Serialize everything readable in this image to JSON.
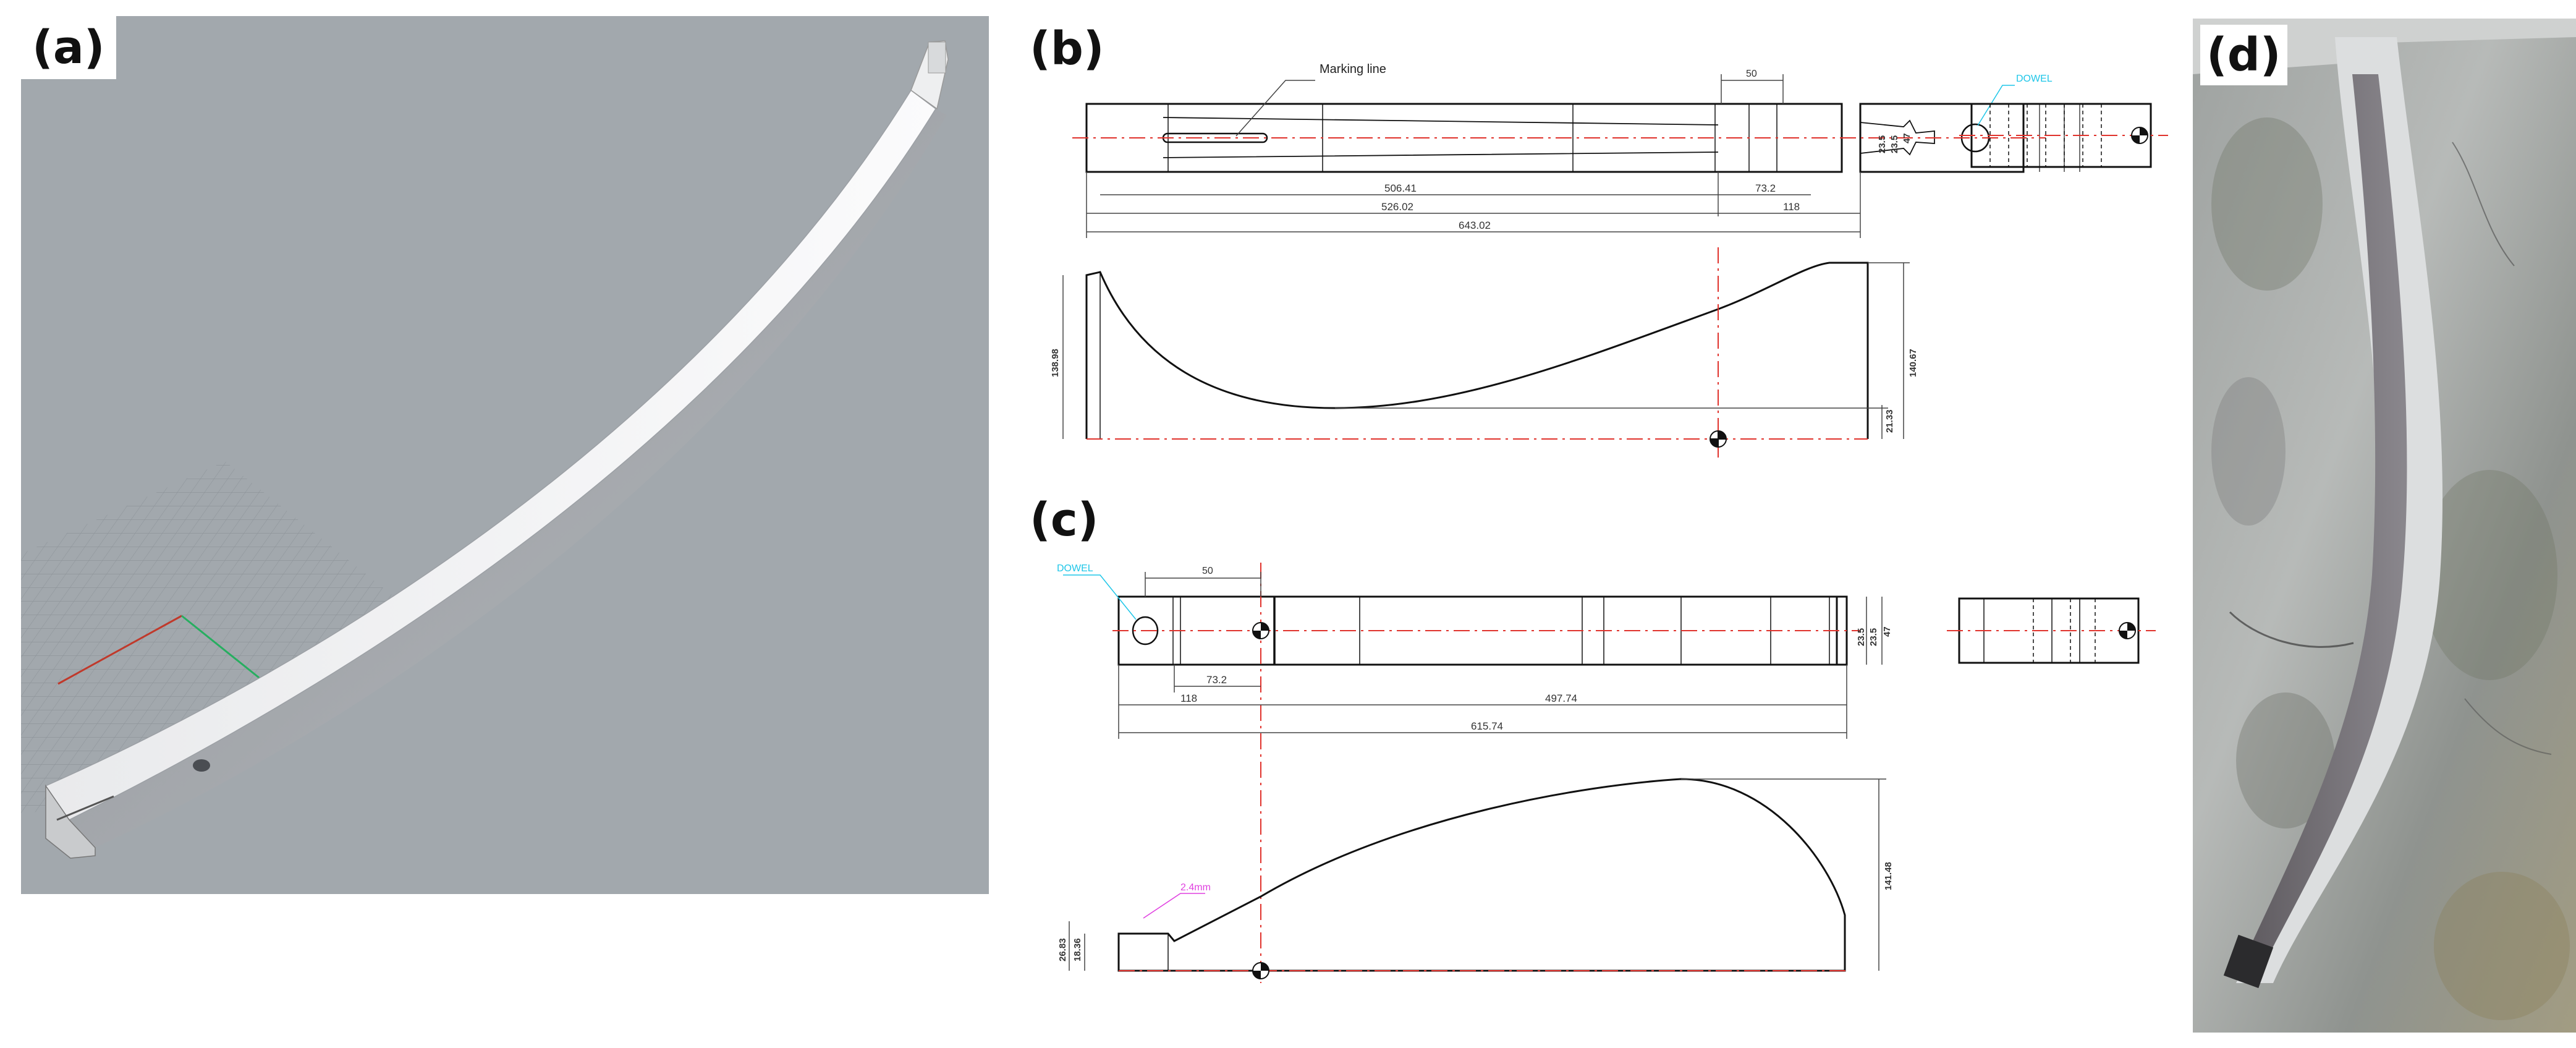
{
  "panels": {
    "a": {
      "label": "(a)"
    },
    "b": {
      "label": "(b)",
      "annotations": {
        "marking_line": "Marking line",
        "dowel": "DOWEL"
      },
      "dims": {
        "top_50": "50",
        "d506": "506.41",
        "d73": "73.2",
        "d526": "526.02",
        "d118": "118",
        "d643": "643.02",
        "h235a": "23.5",
        "h235b": "23.5",
        "h47": "47",
        "h13898": "138.98",
        "h14067": "140.67",
        "h2133": "21.33"
      }
    },
    "c": {
      "label": "(c)",
      "annotations": {
        "dowel": "DOWEL",
        "depth": "2.4mm"
      },
      "dims": {
        "top_50": "50",
        "d73": "73.2",
        "d118": "118",
        "d49774": "497.74",
        "d61574": "615.74",
        "h235a": "23.5",
        "h235b": "23.5",
        "h47": "47",
        "h2683": "26.83",
        "h1836": "18.36",
        "h14148": "141.48"
      }
    },
    "d": {
      "label": "(d)"
    }
  },
  "colors": {
    "cad_bg": "#a2a8ad",
    "centerline": "#e0322c",
    "dowel_text": "#1ec6e8",
    "depth_text": "#e040e0",
    "line": "#111111",
    "dim": "#333333"
  }
}
